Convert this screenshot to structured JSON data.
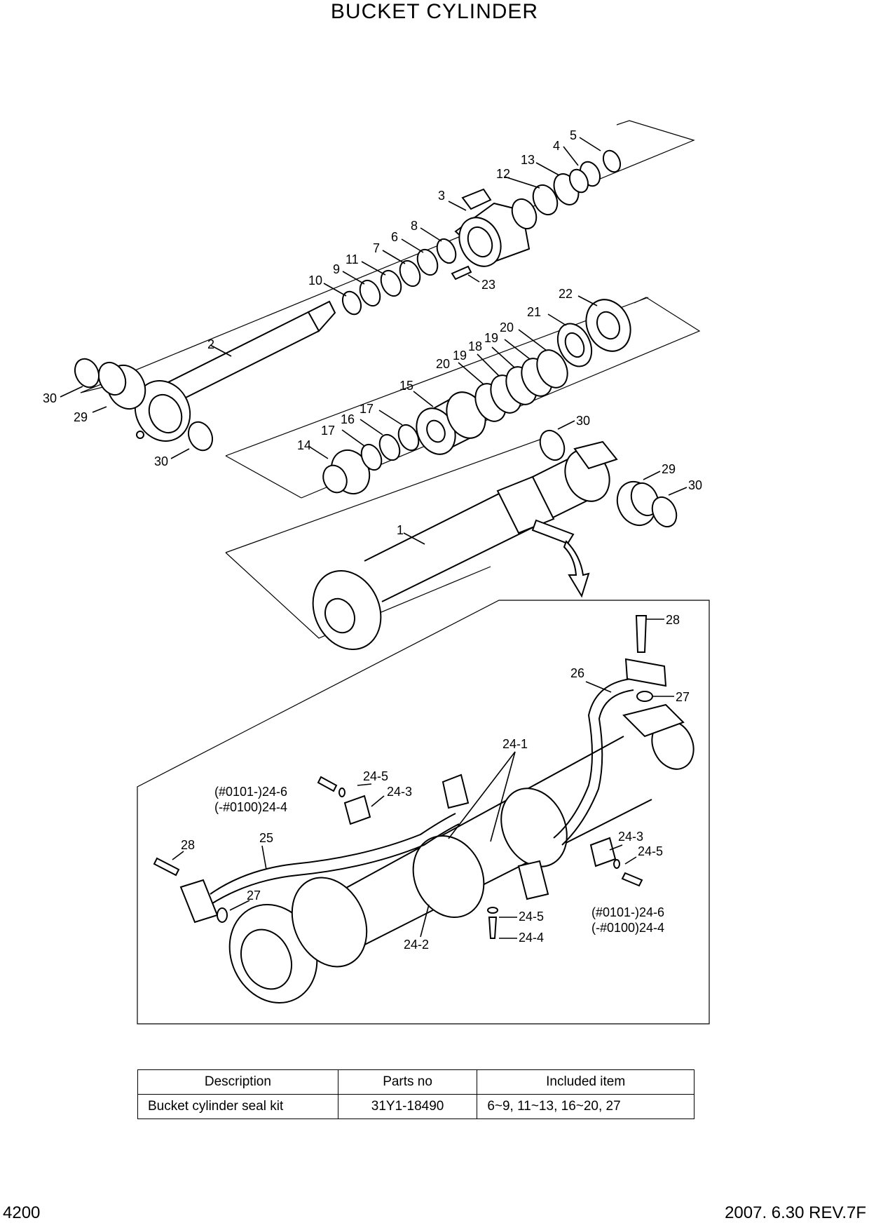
{
  "title": "BUCKET CYLINDER",
  "callouts": {
    "c1": "1",
    "c2": "2",
    "c3": "3",
    "c4": "4",
    "c5": "5",
    "c6": "6",
    "c7": "7",
    "c8": "8",
    "c9": "9",
    "c10": "10",
    "c11": "11",
    "c12": "12",
    "c13": "13",
    "c14": "14",
    "c15": "15",
    "c16": "16",
    "c17a": "17",
    "c17b": "17",
    "c18": "18",
    "c19a": "19",
    "c19b": "19",
    "c20a": "20",
    "c20b": "20",
    "c21": "21",
    "c22": "22",
    "c23": "23",
    "c29a": "29",
    "c29b": "29",
    "c30a": "30",
    "c30b": "30",
    "c30c": "30",
    "c30d": "30",
    "d28a": "28",
    "d28b": "28",
    "d26": "26",
    "d27a": "27",
    "d27b": "27",
    "d24_1": "24-1",
    "d24_2": "24-2",
    "d24_5a": "24-5",
    "d24_3a": "24-3",
    "d24_6a": "(#0101-)24-6",
    "d24_4a": "(-#0100)24-4",
    "d24_3b": "24-3",
    "d24_5b": "24-5",
    "d24_6b": "(#0101-)24-6",
    "d24_4b": "(-#0100)24-4",
    "d24_5c": "24-5",
    "d24_4c": "24-4",
    "d25": "25"
  },
  "kit_table": {
    "headers": [
      "Description",
      "Parts no",
      "Included item"
    ],
    "rows": [
      [
        "Bucket cylinder seal kit",
        "31Y1-18490",
        "6~9, 11~13, 16~20, 27"
      ]
    ]
  },
  "footer": {
    "page": "4200",
    "revision": "2007. 6.30  REV.7F"
  }
}
